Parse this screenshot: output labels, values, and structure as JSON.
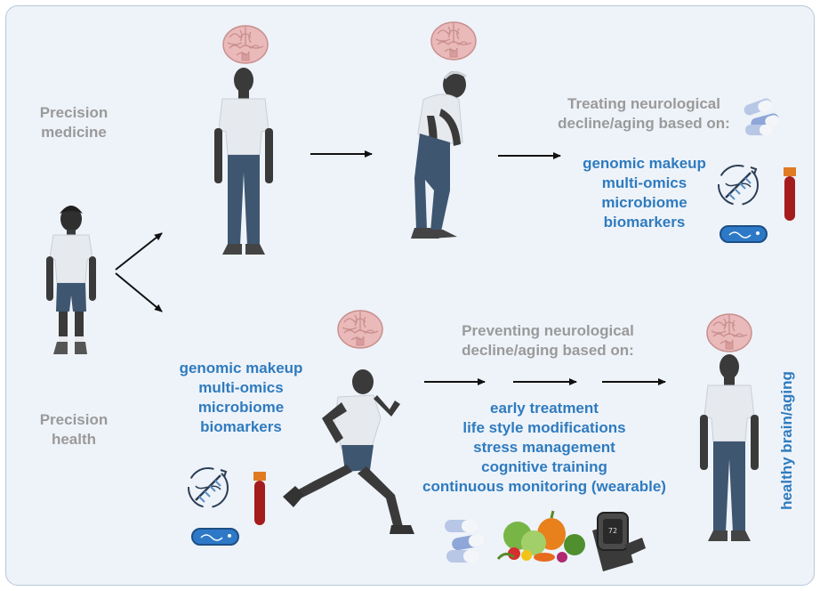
{
  "labels": {
    "precision_medicine": [
      "Precision",
      "medicine"
    ],
    "precision_health": [
      "Precision",
      "health"
    ],
    "treating_heading": [
      "Treating neurological",
      "decline/aging based on:"
    ],
    "preventing_heading": [
      "Preventing neurological",
      "decline/aging based on:"
    ],
    "top_factors": [
      "genomic makeup",
      "multi-omics",
      "microbiome",
      "biomarkers"
    ],
    "bottom_factors": [
      "genomic makeup",
      "multi-omics",
      "microbiome",
      "biomarkers"
    ],
    "prevention_strategies": [
      "early treatment",
      "life style modifications",
      "stress management",
      "cognitive training",
      "continuous monitoring (wearable)"
    ],
    "outcome": "healthy brain/aging"
  },
  "colors": {
    "blue_text": "#2f7bbf",
    "gray_text": "#9a9a9a",
    "background": "#eef3f9",
    "skin": "#3a3a3a",
    "shirt": "#e6e9ee",
    "pants": "#3e5670",
    "brain": "#e9b8b8"
  },
  "icons": [
    "brain-icon",
    "dna-icon",
    "pill-icon",
    "blood-tube-icon",
    "microbiome-slide-icon",
    "vegetables-icon",
    "smartwatch-icon"
  ]
}
